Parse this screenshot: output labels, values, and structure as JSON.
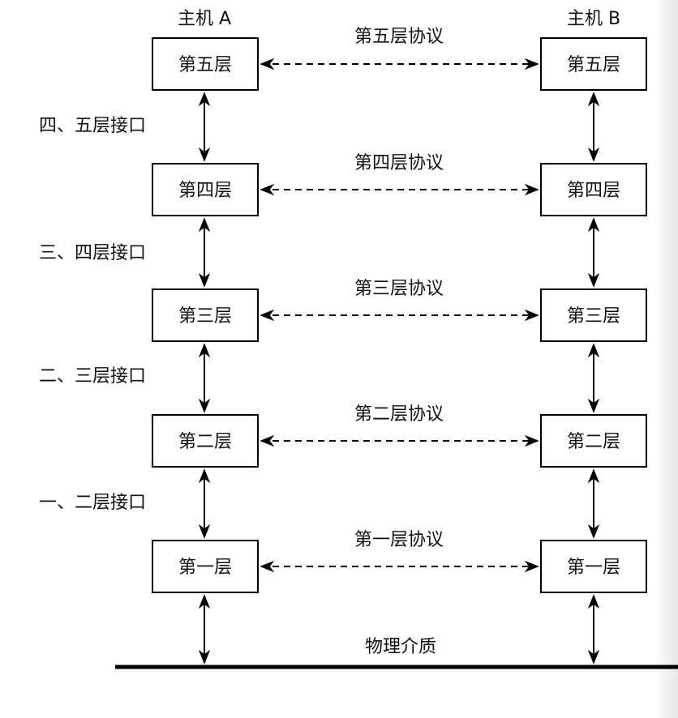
{
  "hosts": {
    "a": {
      "label": "主机 A"
    },
    "b": {
      "label": "主机 B"
    }
  },
  "layers": [
    {
      "name": "第五层",
      "protocol": "第五层协议"
    },
    {
      "name": "第四层",
      "protocol": "第四层协议"
    },
    {
      "name": "第三层",
      "protocol": "第三层协议"
    },
    {
      "name": "第二层",
      "protocol": "第二层协议"
    },
    {
      "name": "第一层",
      "protocol": "第一层协议"
    }
  ],
  "interfaces": [
    {
      "label": "四、五层接口"
    },
    {
      "label": "三、四层接口"
    },
    {
      "label": "二、三层接口"
    },
    {
      "label": "一、二层接口"
    }
  ],
  "medium": {
    "label": "物理介质"
  },
  "colors": {
    "line": "#000000",
    "text": "#111111",
    "background": "#ffffff"
  }
}
